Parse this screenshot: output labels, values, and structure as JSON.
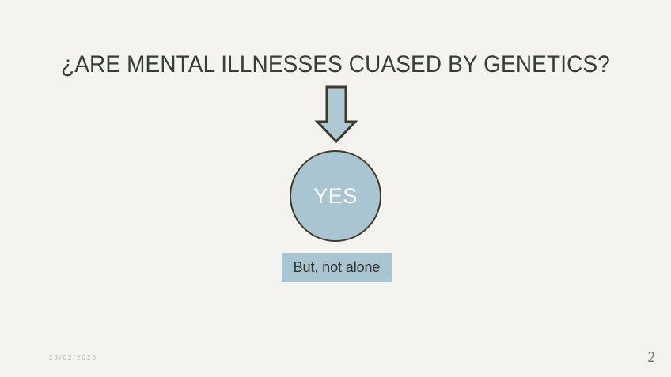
{
  "slide": {
    "background_color": "#f4f3f0",
    "title": "¿ARE MENTAL ILLNESSES CUASED BY GENETICS?",
    "title_color": "#353d37"
  },
  "diagram": {
    "arrow": {
      "icon": "down-arrow-icon",
      "direction": "down",
      "fill_color": "#aec9d4",
      "border_color": "#3d3a2c"
    },
    "circle": {
      "label": "YES",
      "fill_color": "#a9c5d1",
      "border_color": "#3d3a2c",
      "label_color": "#ffffff"
    },
    "caption": {
      "text": "But, not alone",
      "fill_color": "#a9c5d1",
      "text_color": "#2f342f"
    }
  },
  "footer": {
    "date": "25/02/2025",
    "date_color": "#b4b3ae",
    "page_number": "2",
    "page_number_color": "#6e6f6a"
  }
}
